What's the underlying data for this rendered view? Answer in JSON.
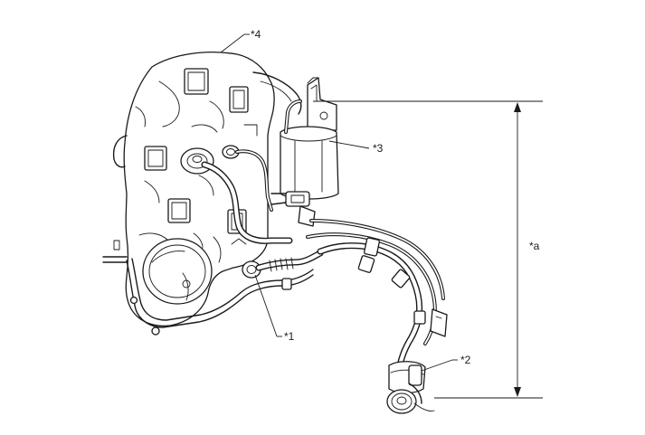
{
  "labels": {
    "tank": "*4",
    "canister": "*3",
    "tank_outlet": "*1",
    "filler_neck": "*2",
    "dimension": "*a"
  }
}
